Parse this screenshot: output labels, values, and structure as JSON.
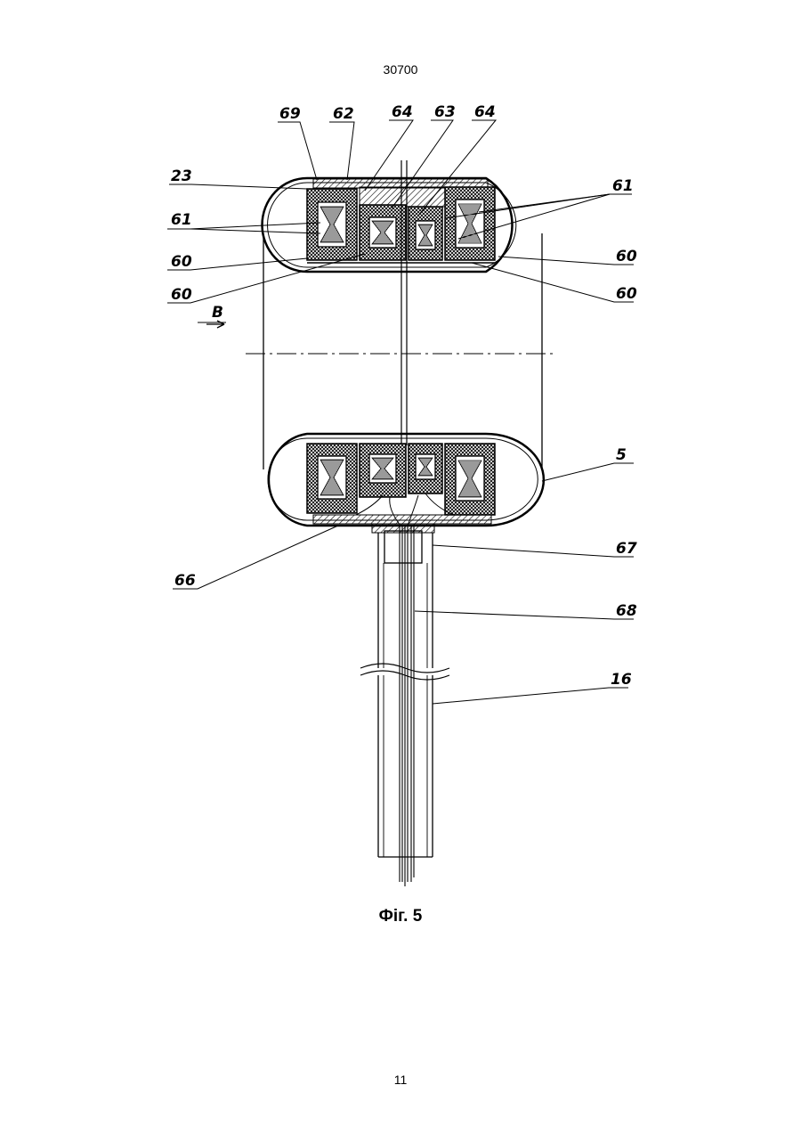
{
  "header": {
    "doc_number": "30700"
  },
  "footer": {
    "page_number": "11"
  },
  "figure": {
    "caption": "Фіг. 5",
    "labels": {
      "l69": "69",
      "l62": "62",
      "l64a": "64",
      "l63": "63",
      "l64b": "64",
      "l23": "23",
      "l61a": "61",
      "l61b": "61",
      "l60a": "60",
      "l60b": "60",
      "l60c": "60",
      "l60d": "60",
      "lB": "B",
      "l5": "5",
      "l66": "66",
      "l67": "67",
      "l68": "68",
      "l16": "16"
    }
  }
}
